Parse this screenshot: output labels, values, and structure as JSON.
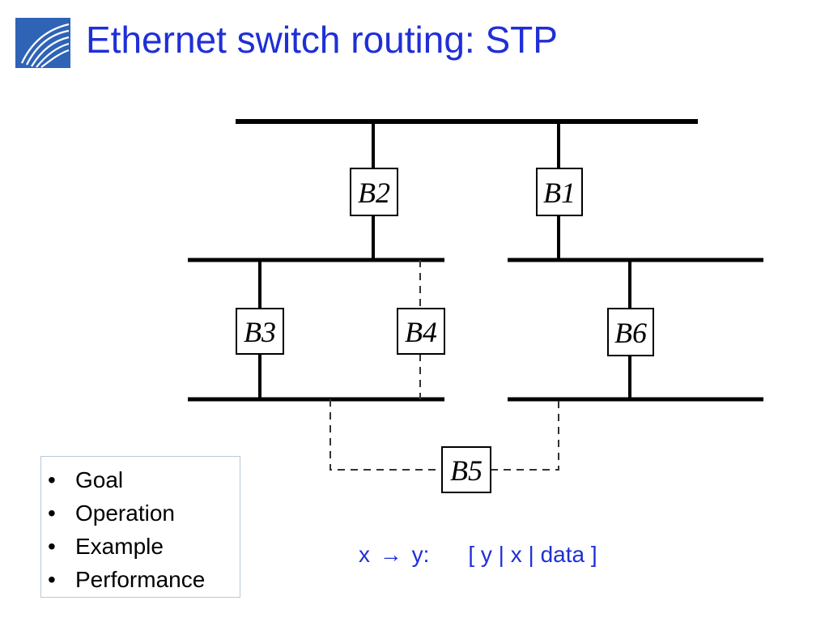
{
  "slide": {
    "title": "Ethernet switch routing: STP",
    "logo_icon": "swoosh-logo-icon",
    "accent_color": "#1f2fd6"
  },
  "diagram": {
    "lan_segments": 5,
    "bridges": [
      {
        "id": "B2",
        "label": "B2"
      },
      {
        "id": "B1",
        "label": "B1"
      },
      {
        "id": "B3",
        "label": "B3"
      },
      {
        "id": "B4",
        "label": "B4"
      },
      {
        "id": "B6",
        "label": "B6"
      },
      {
        "id": "B5",
        "label": "B5"
      }
    ],
    "active_link_style": "solid",
    "blocked_link_style": "dashed"
  },
  "bullets": {
    "items": [
      "Goal",
      "Operation",
      "Example",
      "Performance"
    ]
  },
  "formula": {
    "lhs_x": "x",
    "arrow_icon": "right-arrow-icon",
    "arrow_glyph": "→",
    "lhs_y": "y:",
    "frame": "[ y | x | data ]"
  }
}
